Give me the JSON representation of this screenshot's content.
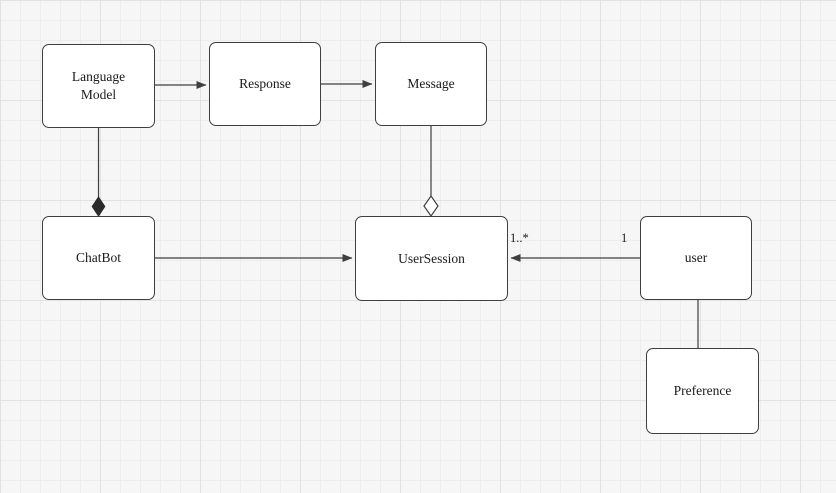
{
  "diagram": {
    "kind": "uml-class-diagram",
    "canvas_background": "#f6f6f6",
    "grid_minor_color": "#ededed",
    "grid_major_color": "#e2e2e2",
    "shape_fill": "#ffffff",
    "stroke_color": "#3f3f3f"
  },
  "nodes": [
    {
      "id": "language-model",
      "label": "Language Model"
    },
    {
      "id": "response",
      "label": "Response"
    },
    {
      "id": "message",
      "label": "Message"
    },
    {
      "id": "chatbot",
      "label": "ChatBot"
    },
    {
      "id": "user-session",
      "label": "UserSession"
    },
    {
      "id": "user",
      "label": "user"
    },
    {
      "id": "preference",
      "label": "Preference"
    }
  ],
  "edges": [
    {
      "from": "language-model",
      "to": "response",
      "type": "directed-association"
    },
    {
      "from": "response",
      "to": "message",
      "type": "directed-association"
    },
    {
      "from": "chatbot",
      "to": "user-session",
      "type": "directed-association"
    },
    {
      "from": "user",
      "to": "user-session",
      "type": "directed-association",
      "source_label": "1",
      "target_label": "1..*"
    },
    {
      "from": "language-model",
      "to": "chatbot",
      "type": "composition"
    },
    {
      "from": "message",
      "to": "user-session",
      "type": "aggregation"
    },
    {
      "from": "user",
      "to": "preference",
      "type": "association"
    }
  ]
}
